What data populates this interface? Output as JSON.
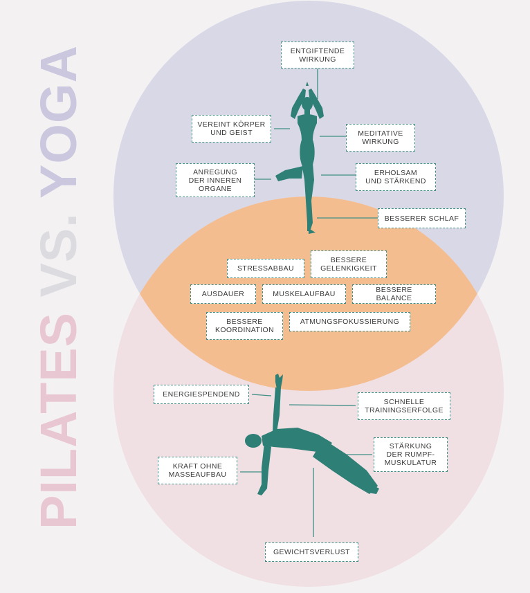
{
  "title": {
    "pilates": "PILATES",
    "vs": "VS.",
    "yoga": "YOGA"
  },
  "colors": {
    "yoga_circle": "#d8d8e7",
    "pilates_circle": "#f0dfe3",
    "overlap": "#f4bd8f",
    "figure": "#2e7f76",
    "box_border": "#3f8f86"
  },
  "yoga_labels": {
    "detox": "ENTGIFTENDE\nWIRKUNG",
    "unites": "VEREINT KÖRPER\nUND GEIST",
    "meditative": "MEDITATIVE\nWIRKUNG",
    "organs": "ANREGUNG\nDER INNEREN\nORGANE",
    "restful": "ERHOLSAM\nUND STÄRKEND",
    "sleep": "BESSERER SCHLAF"
  },
  "shared_labels": {
    "stress": "STRESSABBAU",
    "joints": "BESSERE\nGELENKIGKEIT",
    "endurance": "AUSDAUER",
    "muscle": "MUSKELAUFBAU",
    "balance": "BESSERE BALANCE",
    "coordination": "BESSERE\nKOORDINATION",
    "breathing": "ATMUNGSFOKUSSIERUNG"
  },
  "pilates_labels": {
    "energy": "ENERGIESPENDEND",
    "results": "SCHNELLE\nTRAININGSERFOLGE",
    "core": "STÄRKUNG\nDER RUMPF-\nMUSKULATUR",
    "strength": "KRAFT OHNE\nMASSEAUFBAU",
    "weightloss": "GEWICHTSVERLUST"
  }
}
